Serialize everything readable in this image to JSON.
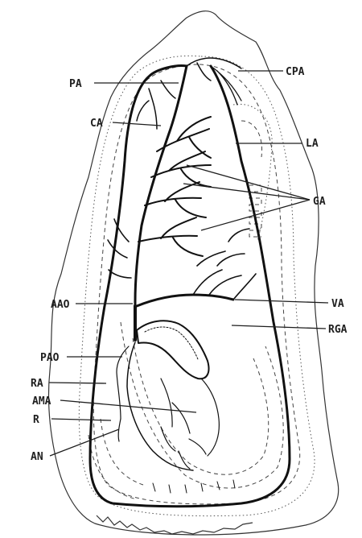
{
  "labels": {
    "pa": "PA",
    "cpa": "CPA",
    "ca": "CA",
    "la": "LA",
    "ga": "GA",
    "aao": "AAO",
    "va": "VA",
    "rga": "RGA",
    "pao": "PAO",
    "ra": "RA",
    "ama": "AMA",
    "r": "R",
    "an": "AN"
  },
  "colors": {
    "ink": "#111111",
    "background": "#ffffff"
  }
}
